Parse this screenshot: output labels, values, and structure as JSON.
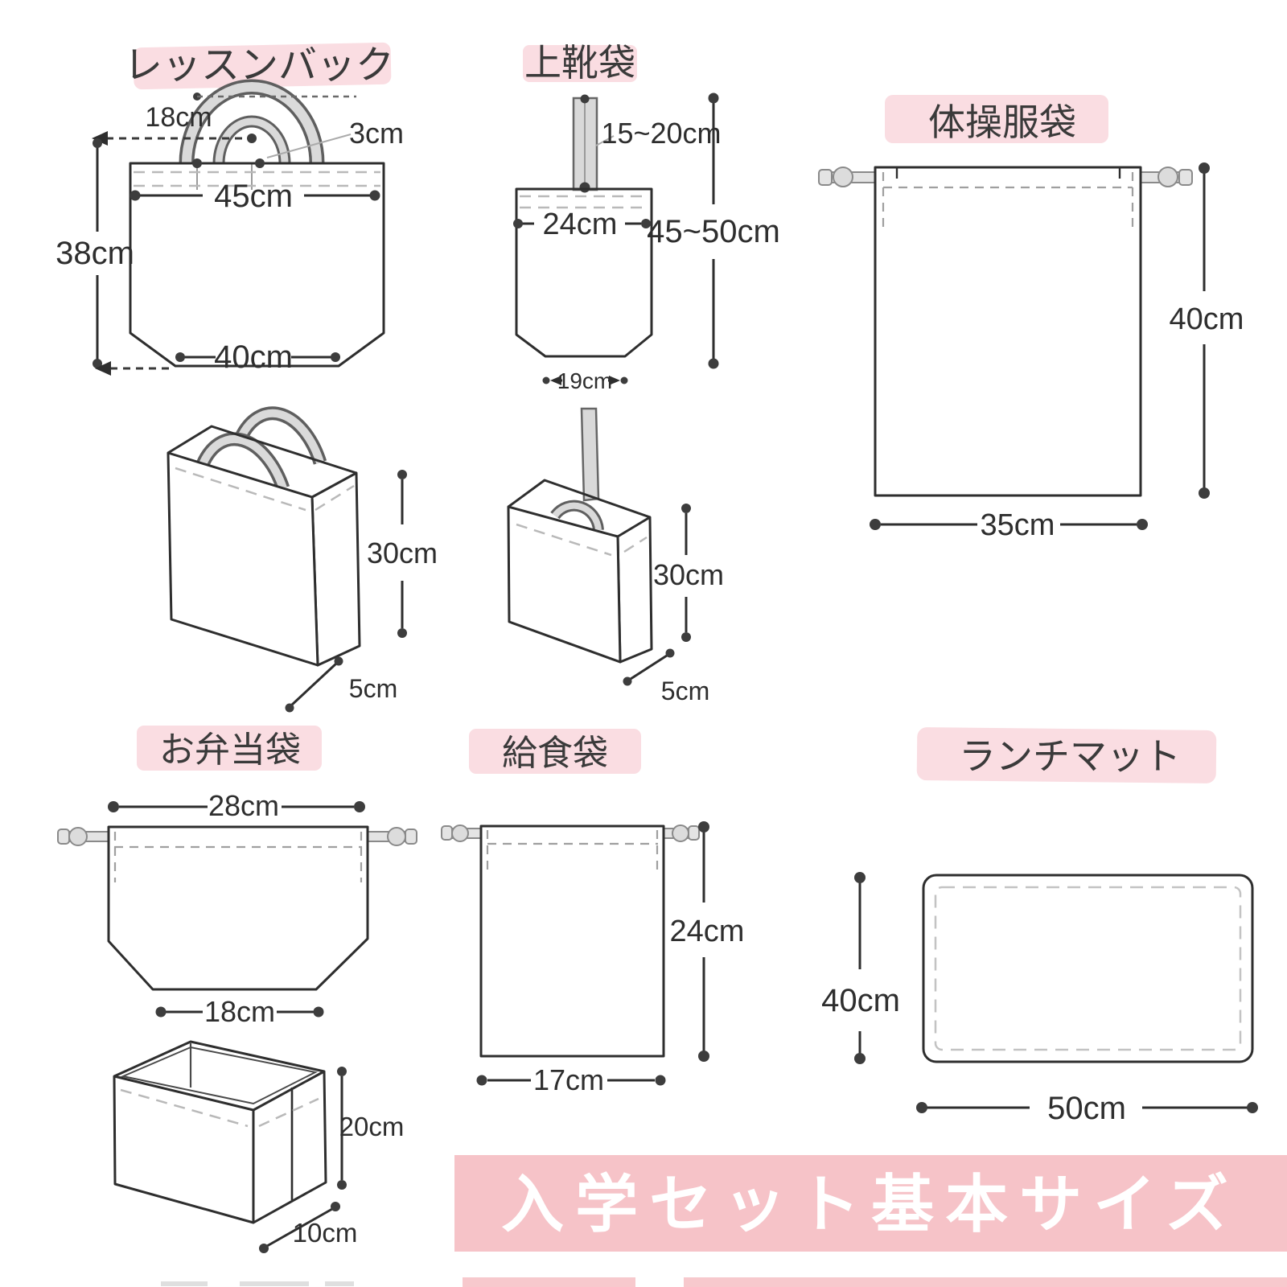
{
  "banner": {
    "text": "入学セット基本サイズ",
    "bg_color": "#f6c3c8",
    "text_color": "#ffffff"
  },
  "colors": {
    "highlight_pink": "#fadde2",
    "line": "#2e2e2e",
    "strap_gray": "#dadada"
  },
  "sections": {
    "lesson": {
      "title": "レッスンバック",
      "dims": {
        "handle_spacing": "18cm",
        "strap_width": "3cm",
        "top_width": "45cm",
        "height": "38cm",
        "bottom_width": "40cm",
        "side_height": "30cm",
        "depth": "5cm"
      }
    },
    "shoe": {
      "title": "上靴袋",
      "dims": {
        "strap_length": "15~20cm",
        "width": "24cm",
        "height": "45~50cm",
        "bottom_width": "19cm",
        "side_height": "30cm",
        "depth": "5cm"
      }
    },
    "gym": {
      "title": "体操服袋",
      "dims": {
        "height": "40cm",
        "width": "35cm"
      }
    },
    "bento": {
      "title": "お弁当袋",
      "dims": {
        "top_width": "28cm",
        "bottom_width": "18cm",
        "box_height": "20cm",
        "box_depth": "10cm"
      }
    },
    "kyushoku": {
      "title": "給食袋",
      "dims": {
        "height": "24cm",
        "width": "17cm"
      }
    },
    "mat": {
      "title": "ランチマット",
      "dims": {
        "height": "40cm",
        "width": "50cm"
      }
    }
  }
}
